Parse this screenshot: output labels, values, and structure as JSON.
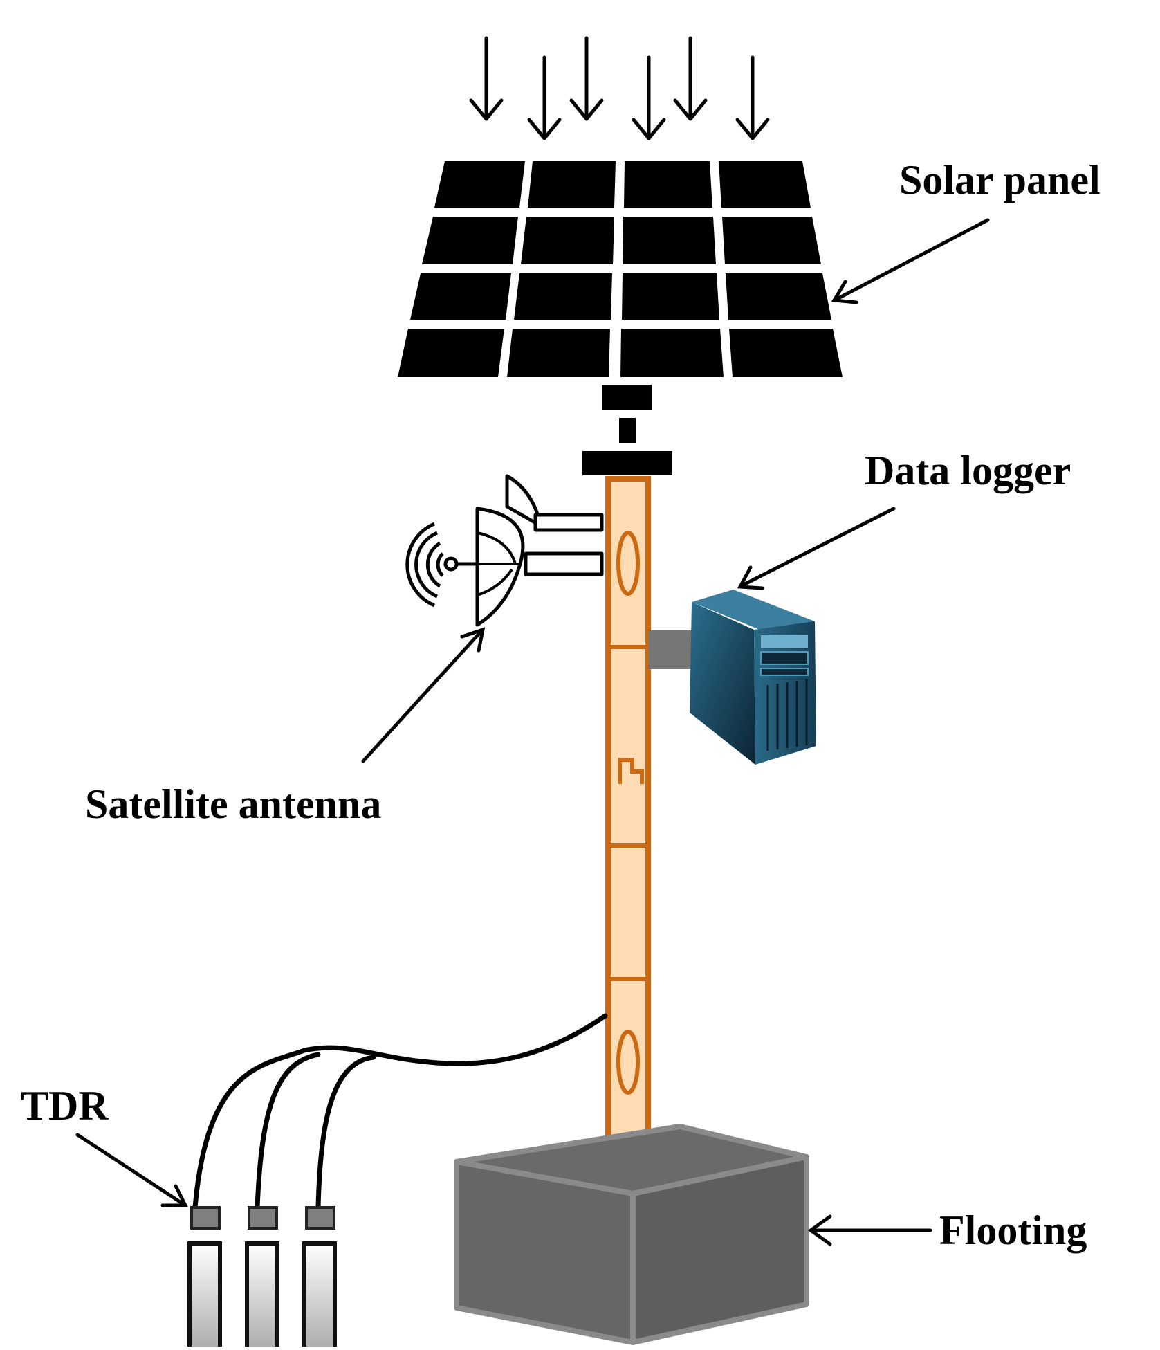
{
  "labels": {
    "solar_panel": "Solar panel",
    "data_logger": "Data logger",
    "satellite_antenna": "Satellite antenna",
    "tdr": "TDR",
    "flooting": "Flooting"
  },
  "colors": {
    "pole_fill": "#FFDCB4",
    "pole_stroke": "#CC6A14",
    "panel": "#000000",
    "footing_fill": "#666666",
    "footing_edge": "#8a8a8a",
    "logger_dark": "#0f2b3d",
    "logger_mid": "#1d5a78",
    "connector": "#777777",
    "tdr_cap": "#808080"
  }
}
